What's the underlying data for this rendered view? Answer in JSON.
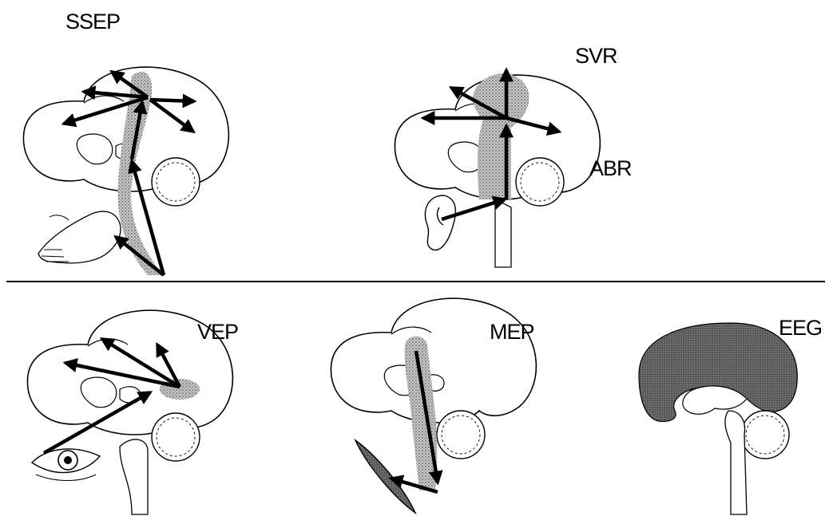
{
  "labels": {
    "ssep": "SSEP",
    "svr": "SVR",
    "abr": "ABR",
    "vep": "VEP",
    "mep": "MEP",
    "eeg": "EEG"
  },
  "colors": {
    "ink": "#000000",
    "shade": "#8f8f8f",
    "background": "#ffffff"
  },
  "icons": [
    "brain-outline",
    "hand-icon",
    "ear-icon",
    "eye-icon",
    "muscle-icon",
    "arrow"
  ]
}
